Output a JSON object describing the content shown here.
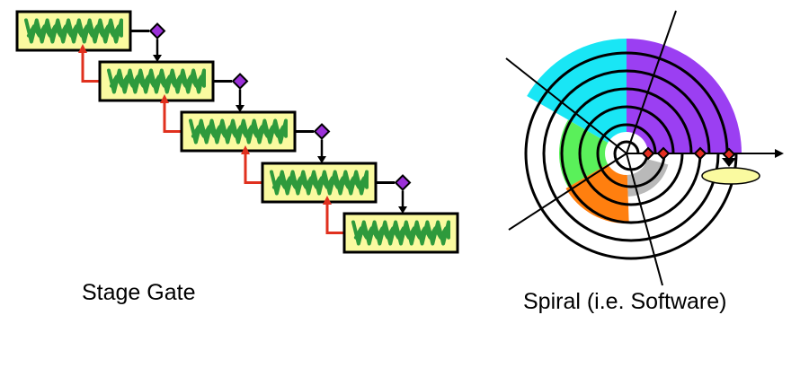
{
  "captions": {
    "stage_gate": "Stage Gate",
    "spiral": "Spiral (i.e. Software)"
  },
  "colors": {
    "box_fill": "#fafaa0",
    "box_border": "#000000",
    "scribble": "#2e9a3c",
    "gate_diamond": "#9b30d8",
    "feedback_arrow": "#e0301e",
    "sector_cyan": "#19e6f5",
    "sector_purple": "#9b3ff2",
    "sector_green": "#5af05a",
    "sector_orange": "#ff7f0f",
    "sector_gray": "#b9b9b9",
    "milestone_diamond": "#e42f21",
    "ellipse_fill": "#fafaa0"
  },
  "stage_gate": {
    "stage_count": 5,
    "gate_count": 4
  },
  "spiral": {
    "sectors": [
      "cyan",
      "purple",
      "green",
      "orange",
      "gray"
    ],
    "milestone_count": 4
  }
}
